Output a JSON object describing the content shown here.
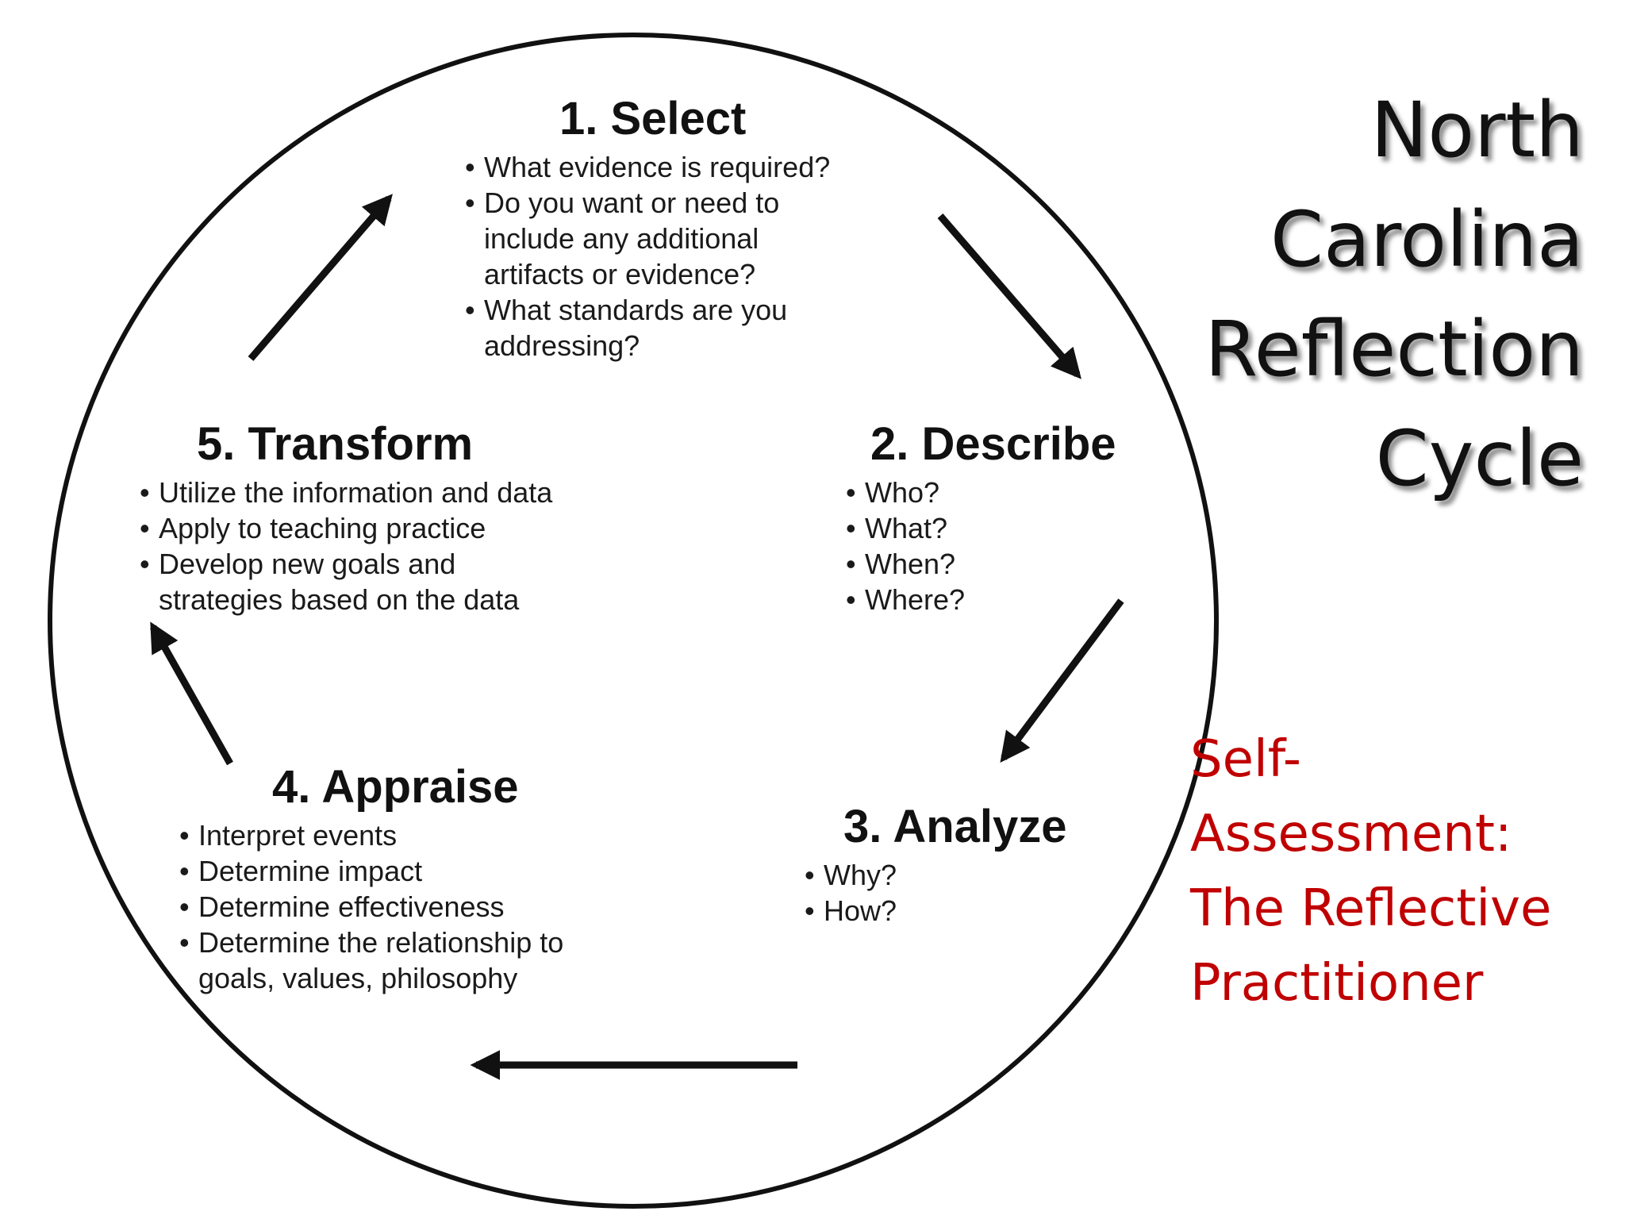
{
  "title_lines": [
    "North",
    "Carolina",
    "Reflection",
    "Cycle"
  ],
  "subtitle_lines": [
    "Self-",
    "Assessment:",
    "The Reflective",
    "Practitioner"
  ],
  "colors": {
    "title": "#111111",
    "subtitle": "#c00000",
    "stroke": "#111111"
  },
  "stages": [
    {
      "heading": "1. Select",
      "bullets": [
        "What evidence is required?",
        "Do you want or need to include any additional artifacts or evidence?",
        "What standards are you addressing?"
      ]
    },
    {
      "heading": "2. Describe",
      "bullets": [
        "Who?",
        "What?",
        "When?",
        "Where?"
      ]
    },
    {
      "heading": "3. Analyze",
      "bullets": [
        "Why?",
        "How?"
      ]
    },
    {
      "heading": "4. Appraise",
      "bullets": [
        "Interpret events",
        "Determine impact",
        "Determine effectiveness",
        "Determine the relationship to goals, values, philosophy"
      ]
    },
    {
      "heading": "5. Transform",
      "bullets": [
        "Utilize the information and data",
        "Apply to teaching practice",
        "Develop new goals and strategies based on the data"
      ]
    }
  ]
}
